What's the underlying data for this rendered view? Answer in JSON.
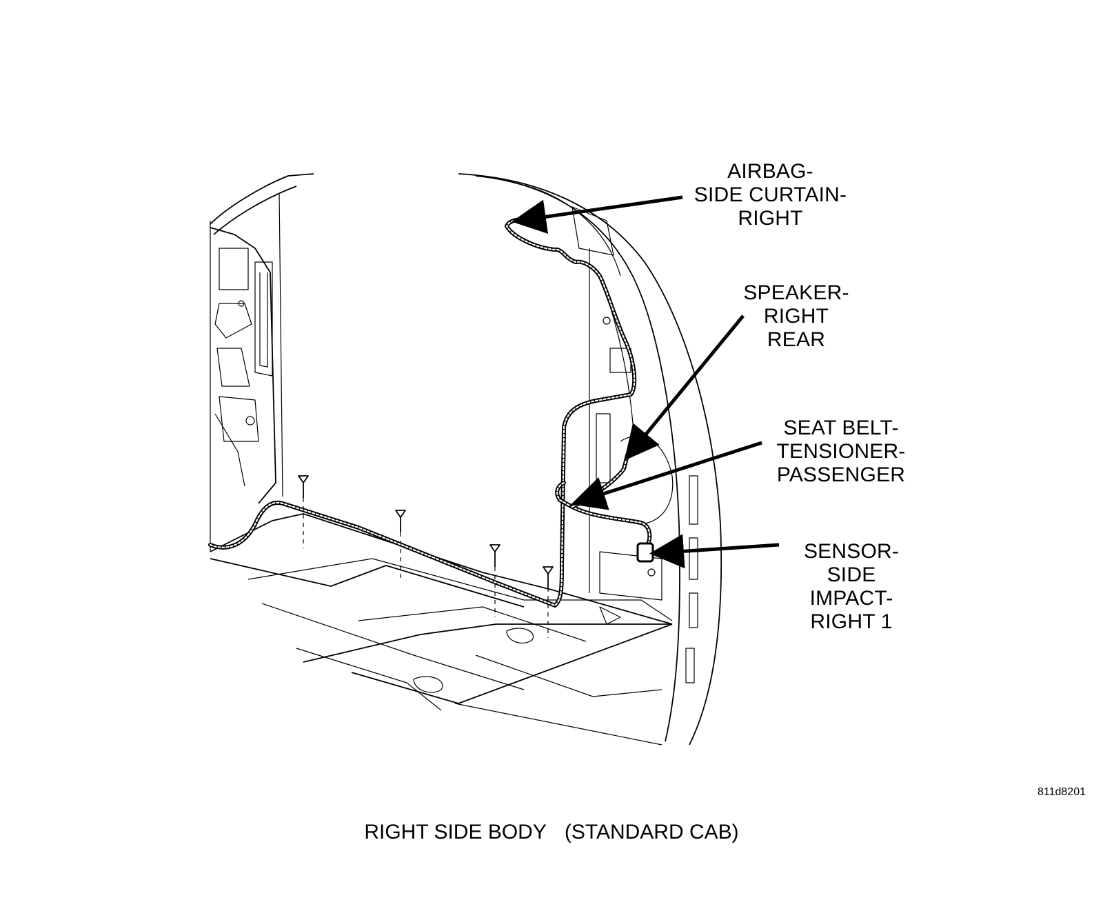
{
  "callouts": {
    "airbag": [
      "AIRBAG-",
      "SIDE CURTAIN-",
      "RIGHT"
    ],
    "speaker": [
      "SPEAKER-",
      "RIGHT",
      "REAR"
    ],
    "seat_belt": [
      "SEAT BELT-",
      "TENSIONER-",
      "PASSENGER"
    ],
    "sensor": [
      "SENSOR-",
      "SIDE",
      "IMPACT-",
      "RIGHT 1"
    ]
  },
  "figure_code": "811d8201",
  "caption": {
    "left": "RIGHT SIDE BODY",
    "right": "(STANDARD CAB)"
  }
}
